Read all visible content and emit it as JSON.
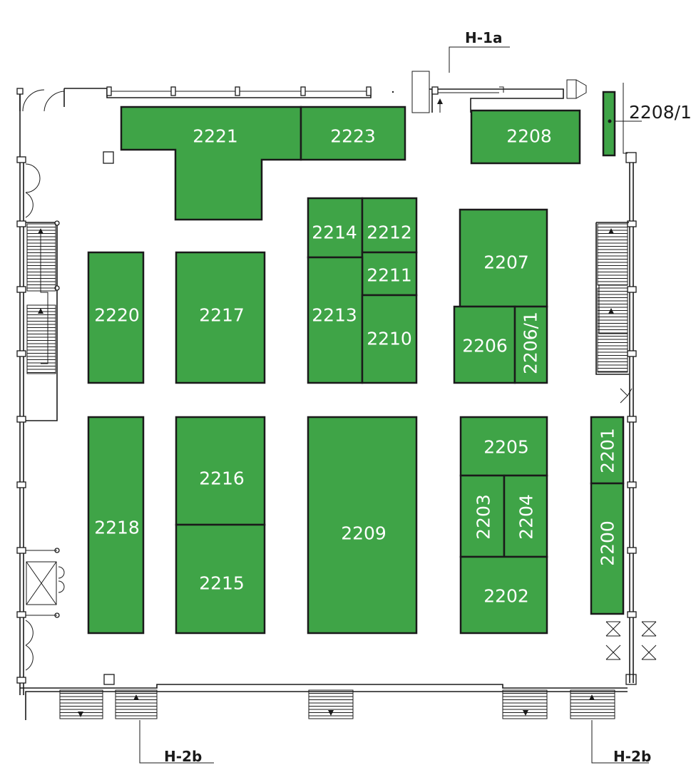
{
  "booths": [
    {
      "id": "2221",
      "label": "2221"
    },
    {
      "id": "2223",
      "label": "2223"
    },
    {
      "id": "2208",
      "label": "2208"
    },
    {
      "id": "2214",
      "label": "2214"
    },
    {
      "id": "2212",
      "label": "2212"
    },
    {
      "id": "2211",
      "label": "2211"
    },
    {
      "id": "2213",
      "label": "2213"
    },
    {
      "id": "2210",
      "label": "2210"
    },
    {
      "id": "2207",
      "label": "2207"
    },
    {
      "id": "2206",
      "label": "2206"
    },
    {
      "id": "2206-1",
      "label": "2206/1"
    },
    {
      "id": "2220",
      "label": "2220"
    },
    {
      "id": "2217",
      "label": "2217"
    },
    {
      "id": "2218",
      "label": "2218"
    },
    {
      "id": "2216",
      "label": "2216"
    },
    {
      "id": "2215",
      "label": "2215"
    },
    {
      "id": "2209",
      "label": "2209"
    },
    {
      "id": "2205",
      "label": "2205"
    },
    {
      "id": "2203",
      "label": "2203"
    },
    {
      "id": "2204",
      "label": "2204"
    },
    {
      "id": "2202",
      "label": "2202"
    },
    {
      "id": "2201",
      "label": "2201"
    },
    {
      "id": "2200",
      "label": "2200"
    },
    {
      "id": "2208-1",
      "label": "2208/1"
    }
  ],
  "exits": {
    "top": "H-1a",
    "bottom_left": "H-2b",
    "bottom_right": "H-2b"
  },
  "colors": {
    "booth_fill": "#3fa447",
    "booth_outline": "#1a1a1a",
    "booth_text": "#ffffff",
    "wall": "#1a1a1a"
  }
}
